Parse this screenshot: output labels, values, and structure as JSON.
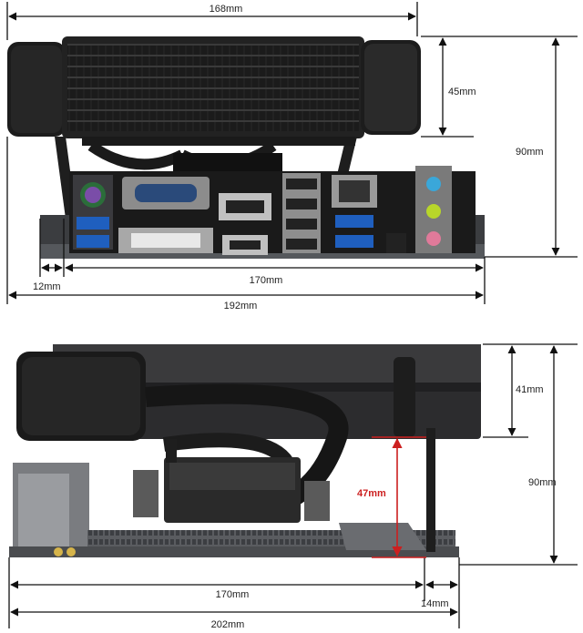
{
  "colors": {
    "background": "#ffffff",
    "dimension_line": "#111111",
    "highlight": "#cc1f1f",
    "metal": "#2a2a2a",
    "board": "#4a4c4f"
  },
  "top_view": {
    "width_top": "168mm",
    "height_radiator": "45mm",
    "height_total": "90mm",
    "offset_left": "12mm",
    "width_board": "170mm",
    "width_total": "192mm"
  },
  "bottom_view": {
    "height_radiator": "41mm",
    "height_total": "90mm",
    "clearance": "47mm",
    "width_board": "170mm",
    "offset_right": "14mm",
    "width_total": "202mm"
  }
}
